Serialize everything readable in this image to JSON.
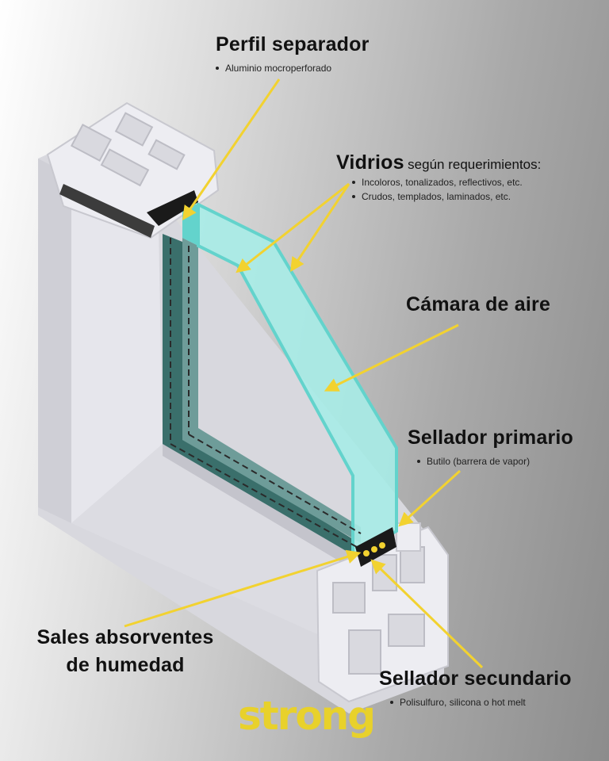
{
  "labels": {
    "perfil": {
      "title": "Perfil separador",
      "bullets": [
        "Aluminio mocroperforado"
      ]
    },
    "vidrios": {
      "title": "Vidrios",
      "subtitle": "según requerimientos:",
      "bullets": [
        "Incoloros, tonalizados, reflectivos, etc.",
        "Crudos, templados, laminados, etc."
      ]
    },
    "camara": {
      "title": "Cámara de aire"
    },
    "sellador_primario": {
      "title": "Sellador primario",
      "bullets": [
        "Butilo (barrera de vapor)"
      ]
    },
    "sales": {
      "title_line1": "Sales absorventes",
      "title_line2": "de humedad"
    },
    "sellador_secundario": {
      "title": "Sellador secundario",
      "bullets": [
        "Polisulfuro, silicona o hot melt"
      ]
    }
  },
  "brand": {
    "logo_text": "strong"
  },
  "colors": {
    "arrow": "#f2d230",
    "glass": "#8fe4de",
    "glass_edge": "#63d3cc",
    "frame": "#e4e4ea",
    "frame_shadow": "#c9c9d0",
    "logo": "#e8d12b"
  }
}
